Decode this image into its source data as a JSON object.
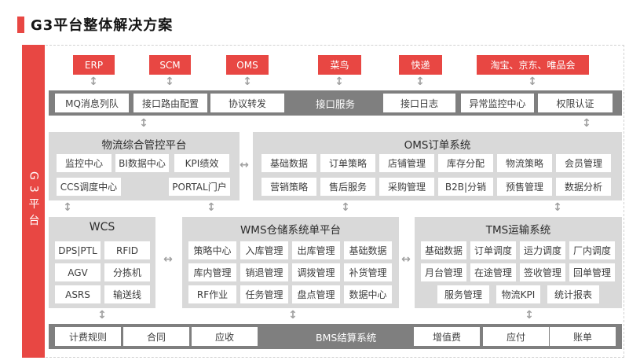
{
  "title": {
    "text": "G3平台整体解决方案"
  },
  "rail": {
    "label": "G3平台"
  },
  "top_systems": {
    "items": [
      "ERP",
      "SCM",
      "OMS",
      "菜鸟",
      "快递",
      "淘宝、京东、唯品会"
    ]
  },
  "interface_bar": {
    "label": "接口服务",
    "left_items": [
      "MQ消息列队",
      "接口路由配置",
      "协议转发"
    ],
    "right_items": [
      "接口日志",
      "异常监控中心",
      "权限认证"
    ]
  },
  "control_platform": {
    "title": "物流综合管控平台",
    "row1": [
      "监控中心",
      "BI数据中心",
      "KPI绩效"
    ],
    "row2": [
      "CCS调度中心",
      "PORTAL门户"
    ]
  },
  "oms": {
    "title": "OMS订单系统",
    "items": [
      "基础数据",
      "订单策略",
      "店铺管理",
      "库存分配",
      "物流策略",
      "会员管理",
      "营销策略",
      "售后服务",
      "采购管理",
      "B2B|分销",
      "预售管理",
      "数据分析"
    ]
  },
  "wcs": {
    "title": "WCS",
    "items": [
      "DPS|PTL",
      "RFID",
      "AGV",
      "分拣机",
      "ASRS",
      "输送线"
    ]
  },
  "wms": {
    "title": "WMS仓储系统单平台",
    "items": [
      "策略中心",
      "入库管理",
      "出库管理",
      "基础数据",
      "库内管理",
      "销退管理",
      "调拨管理",
      "补货管理",
      "RF作业",
      "任务管理",
      "盘点管理",
      "数据中心"
    ]
  },
  "tms": {
    "title": "TMS运输系统",
    "row1": [
      "基础数据",
      "订单调度",
      "运力调度",
      "厂内调度"
    ],
    "row2": [
      "月台管理",
      "在途管理",
      "签收管理",
      "回单管理"
    ],
    "row3": [
      "服务管理",
      "物流KPI",
      "统计报表"
    ]
  },
  "bms_bar": {
    "label": "BMS结算系统",
    "left_items": [
      "计费规则",
      "合同",
      "应收"
    ],
    "right_items": [
      "增值费",
      "应付",
      "账单"
    ]
  },
  "icons": {
    "v_arrow": "↕",
    "h_arrow": "↔"
  },
  "colors": {
    "accent_red": "#e84743",
    "bar_gray": "#7f7f7f",
    "panel_gray": "#d9d9d9",
    "arrow_gray": "#a0a0a0"
  }
}
